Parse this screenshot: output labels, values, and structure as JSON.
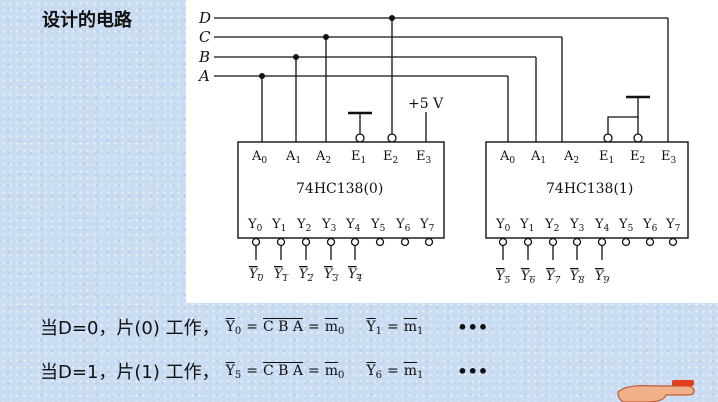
{
  "title": "设计的电路",
  "inputs": [
    "D",
    "C",
    "B",
    "A"
  ],
  "supply": "+5 V",
  "chips": [
    {
      "name": "74HC138(0)",
      "top_pins": [
        {
          "base": "A",
          "sub": "0"
        },
        {
          "base": "A",
          "sub": "1"
        },
        {
          "base": "A",
          "sub": "2"
        },
        {
          "base": "E",
          "sub": "1"
        },
        {
          "base": "E",
          "sub": "2"
        },
        {
          "base": "E",
          "sub": "3"
        }
      ],
      "bottom_pins": [
        {
          "base": "Y",
          "sub": "0"
        },
        {
          "base": "Y",
          "sub": "1"
        },
        {
          "base": "Y",
          "sub": "2"
        },
        {
          "base": "Y",
          "sub": "3"
        },
        {
          "base": "Y",
          "sub": "4"
        },
        {
          "base": "Y",
          "sub": "5"
        },
        {
          "base": "Y",
          "sub": "6"
        },
        {
          "base": "Y",
          "sub": "7"
        }
      ],
      "outputs": [
        {
          "base": "Y",
          "sub": "0"
        },
        {
          "base": "Y",
          "sub": "1"
        },
        {
          "base": "Y",
          "sub": "2"
        },
        {
          "base": "Y",
          "sub": "3"
        },
        {
          "base": "Y",
          "sub": "4"
        }
      ]
    },
    {
      "name": "74HC138(1)",
      "top_pins": [
        {
          "base": "A",
          "sub": "0"
        },
        {
          "base": "A",
          "sub": "1"
        },
        {
          "base": "A",
          "sub": "2"
        },
        {
          "base": "E",
          "sub": "1"
        },
        {
          "base": "E",
          "sub": "2"
        },
        {
          "base": "E",
          "sub": "3"
        }
      ],
      "bottom_pins": [
        {
          "base": "Y",
          "sub": "0"
        },
        {
          "base": "Y",
          "sub": "1"
        },
        {
          "base": "Y",
          "sub": "2"
        },
        {
          "base": "Y",
          "sub": "3"
        },
        {
          "base": "Y",
          "sub": "4"
        },
        {
          "base": "Y",
          "sub": "5"
        },
        {
          "base": "Y",
          "sub": "6"
        },
        {
          "base": "Y",
          "sub": "7"
        }
      ],
      "outputs": [
        {
          "base": "Y",
          "sub": "5"
        },
        {
          "base": "Y",
          "sub": "6"
        },
        {
          "base": "Y",
          "sub": "7"
        },
        {
          "base": "Y",
          "sub": "8"
        },
        {
          "base": "Y",
          "sub": "9"
        }
      ]
    }
  ],
  "notes": [
    {
      "condition": "当D=0，片(0) 工作，",
      "y_a": "Y",
      "y_a_sub": "0",
      "cba": "C B A",
      "m_a": "m",
      "m_a_sub": "0",
      "y_b": "Y",
      "y_b_sub": "1",
      "m_b": "m",
      "m_b_sub": "1",
      "eq": "=",
      "dots": "•••"
    },
    {
      "condition": "当D=1，片(1) 工作，",
      "y_a": "Y",
      "y_a_sub": "5",
      "cba": "C B A",
      "m_a": "m",
      "m_a_sub": "0",
      "y_b": "Y",
      "y_b_sub": "6",
      "m_b": "m",
      "m_b_sub": "1",
      "eq": "=",
      "dots": "•••"
    }
  ]
}
